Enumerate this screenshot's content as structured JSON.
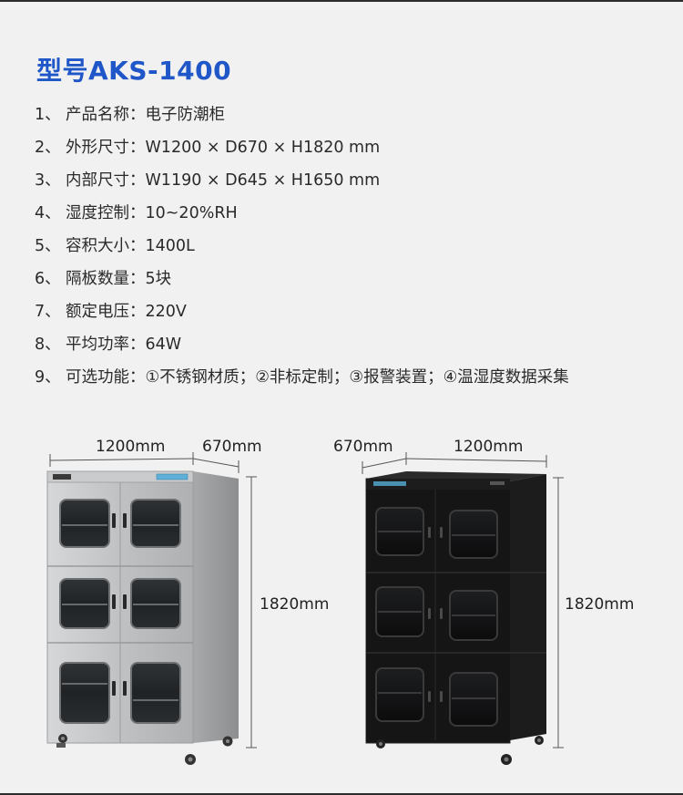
{
  "title": "型号AKS-1400",
  "specs": [
    {
      "num": "1、",
      "label": "产品名称：",
      "value": "电子防潮柜"
    },
    {
      "num": "2、",
      "label": "外形尺寸：",
      "value": "W1200 × D670 × H1820 mm"
    },
    {
      "num": "3、",
      "label": "内部尺寸：",
      "value": "W1190 × D645 × H1650 mm"
    },
    {
      "num": "4、",
      "label": "湿度控制：",
      "value": "10~20%RH"
    },
    {
      "num": "5、",
      "label": "容积大小：",
      "value": "1400L"
    },
    {
      "num": "6、",
      "label": "隔板数量：",
      "value": "5块"
    },
    {
      "num": "7、",
      "label": "额定电压：",
      "value": "220V"
    },
    {
      "num": "8、",
      "label": "平均功率：",
      "value": "64W"
    },
    {
      "num": "9、",
      "label": "可选功能：",
      "value": "①不锈钢材质；②非标定制；③报警装置；④温湿度数据采集"
    }
  ],
  "silver_cabinet": {
    "width_label": "1200mm",
    "depth_label": "670mm",
    "height_label": "1820mm",
    "color": "#b9bbbd"
  },
  "black_cabinet": {
    "depth_label": "670mm",
    "width_label": "1200mm",
    "height_label": "1820mm",
    "color": "#151515"
  },
  "colors": {
    "title": "#1f57c8",
    "display_panel": "#5fb0d8"
  }
}
